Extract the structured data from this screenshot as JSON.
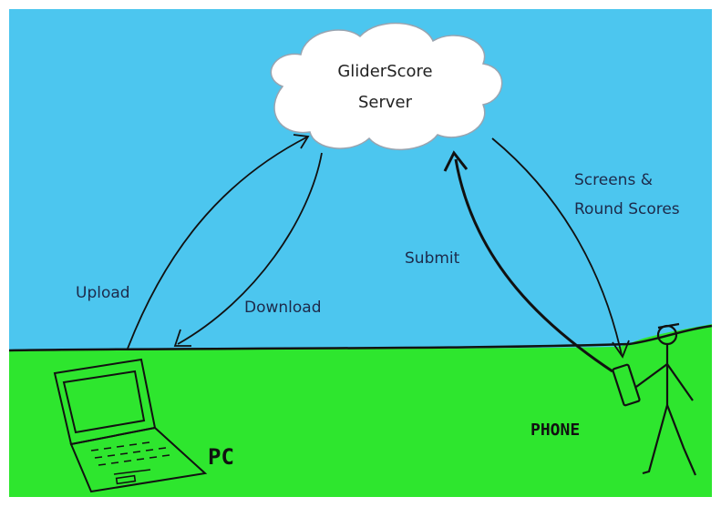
{
  "server": {
    "line1": "GliderScore",
    "line2": "Server"
  },
  "labels": {
    "upload": "Upload",
    "download": "Download",
    "submit": "Submit",
    "screens_line1": "Screens &",
    "screens_line2": "Round Scores"
  },
  "devices": {
    "pc": "PC",
    "phone": "PHONE"
  },
  "colors": {
    "sky": "#4cc6ef",
    "grass": "#2ee62e",
    "cloud": "#ffffff",
    "ink": "#111111"
  }
}
